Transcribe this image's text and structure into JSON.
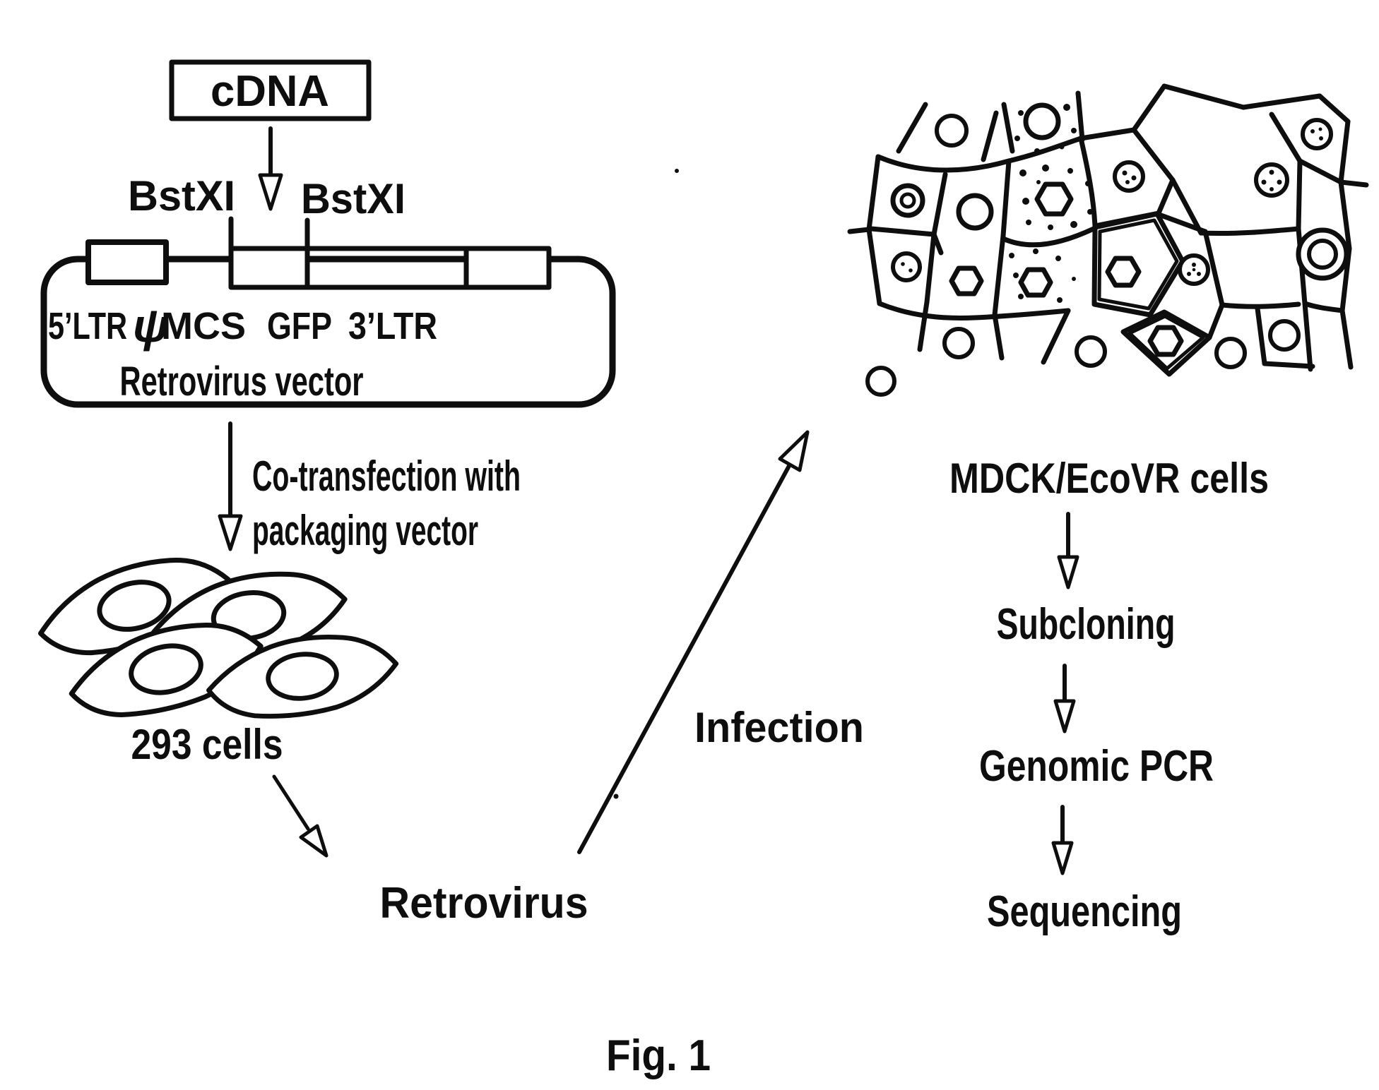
{
  "figure": {
    "caption": "Fig. 1",
    "flow_left": {
      "cdna": "cDNA",
      "enzyme_left": "BstXI",
      "enzyme_right": "BstXI",
      "vector": {
        "segments": [
          "5’LTR",
          "ψ",
          "MCS",
          "GFP",
          "3’LTR"
        ],
        "name": "Retrovirus vector"
      },
      "cotransfection_line1": "Co-transfection with",
      "cotransfection_line2": "packaging vector",
      "producer_cells": "293 cells",
      "virus": "Retrovirus",
      "infection": "Infection"
    },
    "flow_right": {
      "target_cells": "MDCK/EcoVR cells",
      "steps": [
        "Subcloning",
        "Genomic PCR",
        "Sequencing"
      ]
    },
    "colors": {
      "ink": "#0e0e0e",
      "paper": "#ffffff"
    }
  }
}
